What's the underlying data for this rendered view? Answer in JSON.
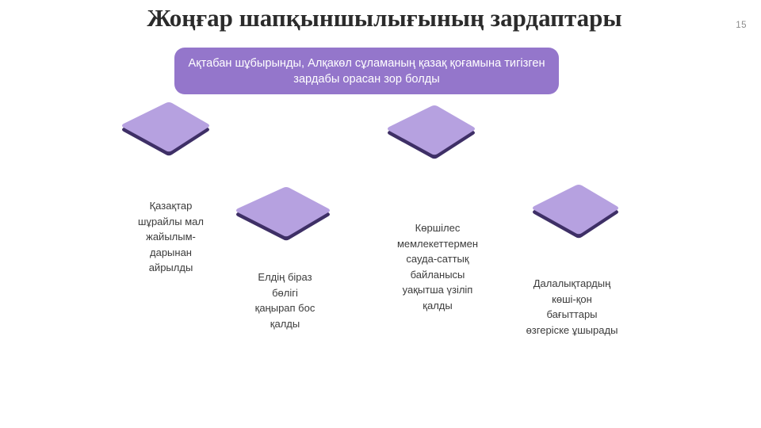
{
  "slide": {
    "title": "Жоңғар шапқыншылығының зардаптары",
    "page_number": "15",
    "colors": {
      "banner_fill": "#9476cb",
      "diamond_top": "#b6a1e0",
      "diamond_side": "#3e2f66",
      "title_text": "#2b2b2b",
      "body_text": "#3b3b3b",
      "page_number_text": "#8c8c8c"
    }
  },
  "banner": {
    "text": "Ақтабан шұбырынды, Алқакөл сұламаның қазақ қоғамына тигізген зардабы орасан зор болды"
  },
  "items": [
    {
      "shape_name": "diamond-shape-1",
      "caption": "Қазақтар\nшұрайлы мал\nжайылым-\nдарынан\nайрылды"
    },
    {
      "shape_name": "diamond-shape-2",
      "caption": "Елдің біраз\nбөлігі\nқаңырап бос\nқалды"
    },
    {
      "shape_name": "diamond-shape-3",
      "caption": "Көршілес\nмемлекеттермен\nсауда-саттық\nбайланысы\nуақытша үзіліп\nқалды"
    },
    {
      "shape_name": "diamond-shape-4",
      "caption": "Далалықтардың\nкөші-қон\nбағыттары\nөзгеріске ұшырады"
    }
  ]
}
